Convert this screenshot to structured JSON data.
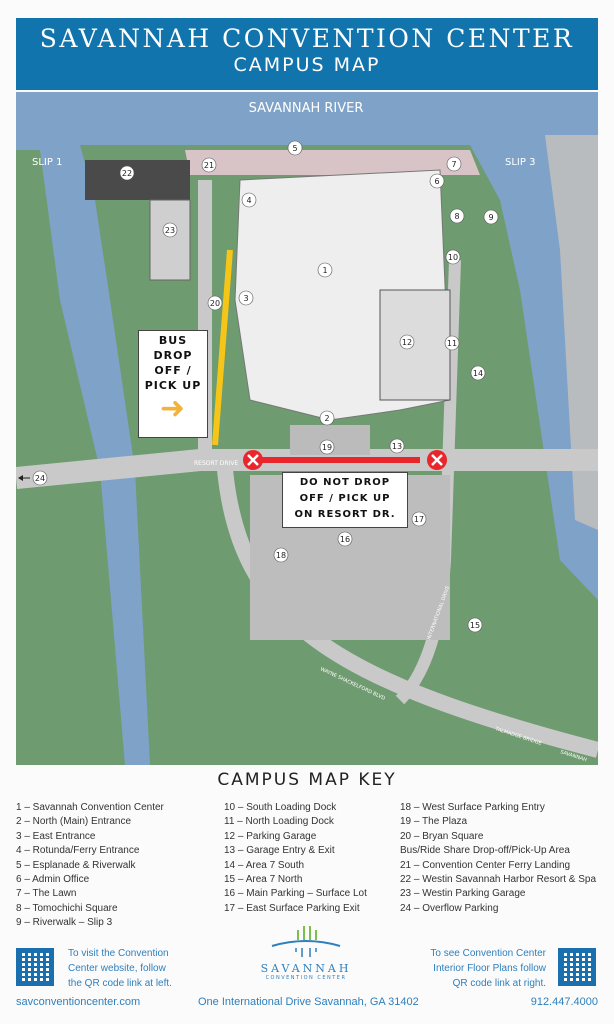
{
  "header": {
    "title": "SAVANNAH CONVENTION CENTER",
    "subtitle": "CAMPUS MAP"
  },
  "map": {
    "water_label": "SAVANNAH RIVER",
    "slip_left": "SLIP 1",
    "slip_right": "SLIP 3",
    "roads": {
      "resort_drive": "RESORT DRIVE",
      "wayne": "WAYNE SHACKELFORD BLVD",
      "international": "INTERNATIONAL DRIVE",
      "talmadge": "TALMADGE BRIDGE",
      "savannah": "SAVANNAH"
    },
    "bus_sign": [
      "BUS",
      "DROP",
      "OFF /",
      "PICK UP"
    ],
    "no_drop_sign": [
      "DO NOT DROP",
      "OFF / PICK UP",
      "ON RESORT DR."
    ],
    "colors": {
      "water": "#7fa3c8",
      "land": "#6f9b70",
      "road": "#c9c9c9",
      "bus_lane": "#f5c518",
      "no_drop": "#e8262b",
      "arrow": "#f2b33d"
    },
    "markers": [
      "1",
      "2",
      "3",
      "4",
      "5",
      "6",
      "7",
      "8",
      "9",
      "10",
      "11",
      "12",
      "13",
      "14",
      "15",
      "16",
      "17",
      "18",
      "19",
      "20",
      "21",
      "22",
      "23",
      "24"
    ]
  },
  "key": {
    "title": "CAMPUS MAP KEY",
    "col1": [
      "1 – Savannah Convention Center",
      "2 – North (Main) Entrance",
      "3 – East Entrance",
      "4 – Rotunda/Ferry Entrance",
      "5 – Esplanade & Riverwalk",
      "6 – Admin Office",
      "7 – The Lawn",
      "8 – Tomochichi Square",
      "9 – Riverwalk – Slip 3"
    ],
    "col2": [
      "10 – South Loading Dock",
      "11 – North Loading Dock",
      "12 – Parking Garage",
      "13 – Garage Entry & Exit",
      "14 – Area 7 South",
      "15 – Area 7 North",
      "16 – Main Parking – Surface Lot",
      "17 – East Surface Parking Exit"
    ],
    "col3": [
      "18 – West Surface Parking Entry",
      "19 – The Plaza",
      "20 – Bryan Square",
      "      Bus/Ride Share Drop-off/Pick-Up Area",
      "21 – Convention Center Ferry Landing",
      "22 – Westin Savannah Harbor Resort & Spa",
      "23 – Westin Parking Garage",
      "24 – Overflow Parking"
    ]
  },
  "footer": {
    "left_text": [
      "To visit the Convention",
      "Center website, follow",
      "the QR code link at left."
    ],
    "right_text": [
      "To see Convention Center",
      "Interior Floor Plans follow",
      "QR code link at right."
    ],
    "logo_name": "SAVANNAH",
    "logo_sub": "CONVENTION CENTER",
    "website": "savconventioncenter.com",
    "address": "One International Drive Savannah, GA 31402",
    "phone": "912.447.4000"
  }
}
